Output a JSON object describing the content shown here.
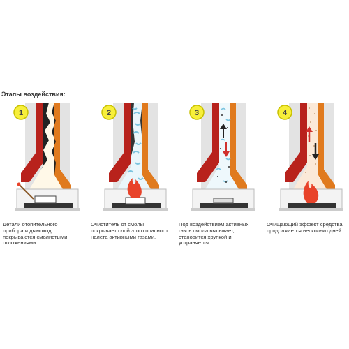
{
  "heading": "Этапы воздействия:",
  "stages": [
    {
      "number": "1",
      "caption": "Детали отопительного прибора и дымоход покрываются смолистыми отложениями."
    },
    {
      "number": "2",
      "caption": "Очиститель от смолы покрывает слой этого опасного налета активными газами."
    },
    {
      "number": "3",
      "caption": "Под воздействием активных газов смола высыхает, становится хрупкой и устраняется."
    },
    {
      "number": "4",
      "caption": "Очищающий эффект средства продолжается несколько дней."
    }
  ],
  "colors": {
    "badge_fill": "#f7ef3a",
    "badge_stroke": "#c8c000",
    "brick_red": "#b8221c",
    "brick_orange": "#e07a1e",
    "hearth_grey": "#d8d8d8",
    "flame_red": "#e8432a",
    "gas_blue": "#9fd3e6",
    "tar_black": "#222222"
  }
}
